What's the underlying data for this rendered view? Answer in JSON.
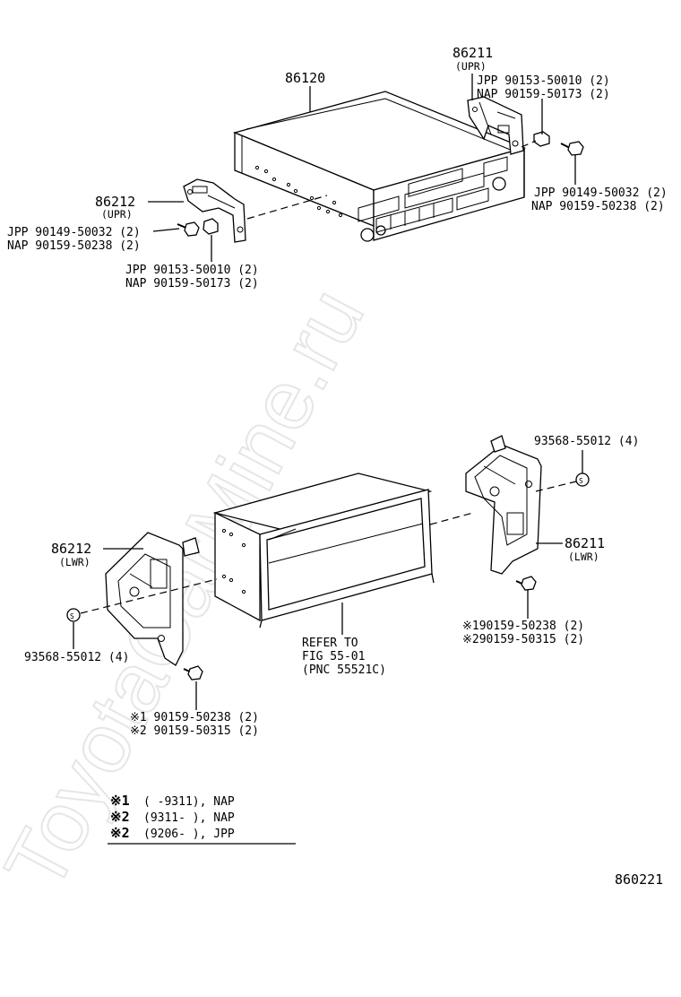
{
  "watermark": "ToyotaCarMine.ru",
  "diagram_number": "860221",
  "upper": {
    "receiver": "86120",
    "bracket_right": {
      "part": "86211",
      "pos": "(UPR)"
    },
    "bracket_left": {
      "part": "86212",
      "pos": "(UPR)"
    },
    "right_nut": {
      "line1": "JPP 90153-50010 (2)",
      "line2": "NAP 90159-50173 (2)"
    },
    "right_bolt": {
      "line1": "JPP  90149-50032 (2)",
      "line2": "NAP 90159-50238 (2)"
    },
    "left_bolt": {
      "line1": "JPP 90149-50032 (2)",
      "line2": "NAP 90159-50238 (2)"
    },
    "left_nut": {
      "line1": "JPP    90153-50010 (2)",
      "line2": "NAP    90159-50173 (2)"
    }
  },
  "lower": {
    "bracket_right": {
      "part": "86211",
      "pos": "(LWR)"
    },
    "bracket_left": {
      "part": "86212",
      "pos": "(LWR)"
    },
    "screw_right": "93568-55012 (4)",
    "screw_left": "93568-55012 (4)",
    "bolt_right": {
      "line1": "※190159-50238 (2)",
      "line2": "※290159-50315 (2)"
    },
    "bolt_left": {
      "line1": "※1 90159-50238 (2)",
      "line2": "※2 90159-50315 (2)"
    },
    "refer": {
      "line1": "REFER TO",
      "line2": "FIG 55-01",
      "line3": "(PNC 55521C)"
    }
  },
  "legend": [
    {
      "mark": "※1",
      "text": "(       -9311), NAP"
    },
    {
      "mark": "※2",
      "text": "(9311-       ), NAP"
    },
    {
      "mark": "※2",
      "text": "(9206-       ), JPP"
    }
  ]
}
